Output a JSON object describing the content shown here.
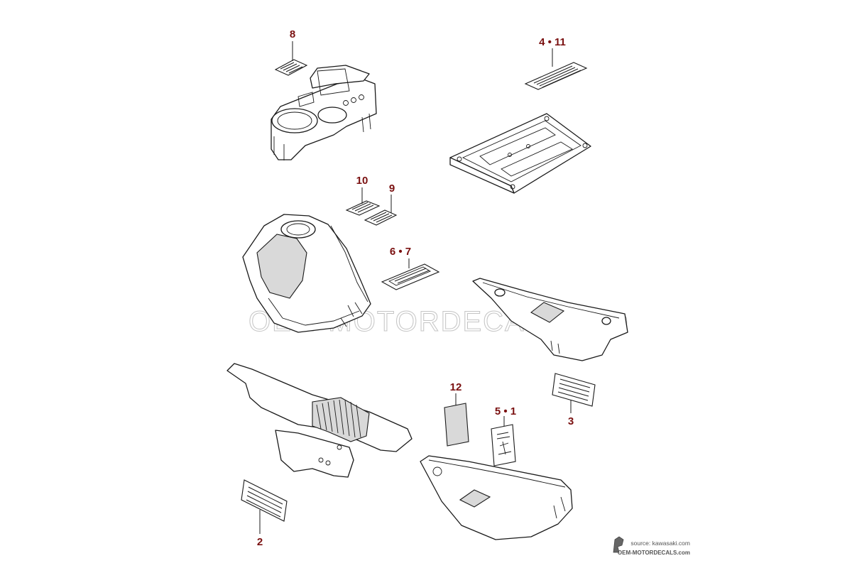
{
  "colors": {
    "callout": "#7a1010",
    "line": "#1a1a1a",
    "shade": "#d9d9d9",
    "watermark": "#c4c4c4"
  },
  "callouts": [
    {
      "id": "c8",
      "text": "8"
    },
    {
      "id": "c4_11",
      "text": "4 • 11"
    },
    {
      "id": "c10",
      "text": "10"
    },
    {
      "id": "c9",
      "text": "9"
    },
    {
      "id": "c6_7",
      "text": "6 • 7"
    },
    {
      "id": "c12",
      "text": "12"
    },
    {
      "id": "c5_1",
      "text": "5 • 1"
    },
    {
      "id": "c3",
      "text": "3"
    },
    {
      "id": "c2",
      "text": "2"
    }
  ],
  "watermark": {
    "text": "OEM-MOTORDECALS.com"
  },
  "credit": {
    "source": "source: kawasaki.com",
    "site": "OEM-MOTORDECALS.com"
  }
}
